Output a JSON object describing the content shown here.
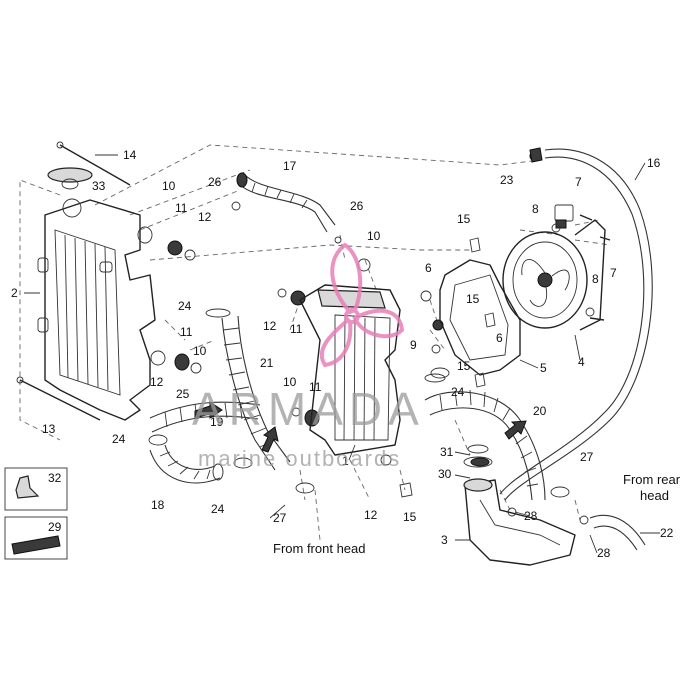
{
  "callouts": {
    "c1": "1",
    "c2": "2",
    "c3": "3",
    "c4": "4",
    "c5": "5",
    "c6a": "6",
    "c6b": "6",
    "c7a": "7",
    "c7b": "7",
    "c8a": "8",
    "c8b": "8",
    "c9": "9",
    "c10a": "10",
    "c10b": "10",
    "c10c": "10",
    "c10d": "10",
    "c11a": "11",
    "c11b": "11",
    "c11c": "11",
    "c11d": "11",
    "c12a": "12",
    "c12b": "12",
    "c12c": "12",
    "c12d": "12",
    "c13": "13",
    "c14": "14",
    "c15a": "15",
    "c15b": "15",
    "c15c": "15",
    "c15d": "15",
    "c16": "16",
    "c17": "17",
    "c18": "18",
    "c19": "19",
    "c20": "20",
    "c21": "21",
    "c22": "22",
    "c23": "23",
    "c24a": "24",
    "c24b": "24",
    "c24c": "24",
    "c24d": "24",
    "c25": "25",
    "c26a": "26",
    "c26b": "26",
    "c27a": "27",
    "c27b": "27",
    "c28a": "28",
    "c28b": "28",
    "c29": "29",
    "c30": "30",
    "c31": "31",
    "c32": "32",
    "c33": "33"
  },
  "notes": {
    "front_head": "From front head",
    "rear_head_line1": "From rear",
    "rear_head_line2": "head"
  },
  "watermark": {
    "brand": "ARMADA",
    "tagline": "marine outboards",
    "color": "#e87fb8"
  }
}
